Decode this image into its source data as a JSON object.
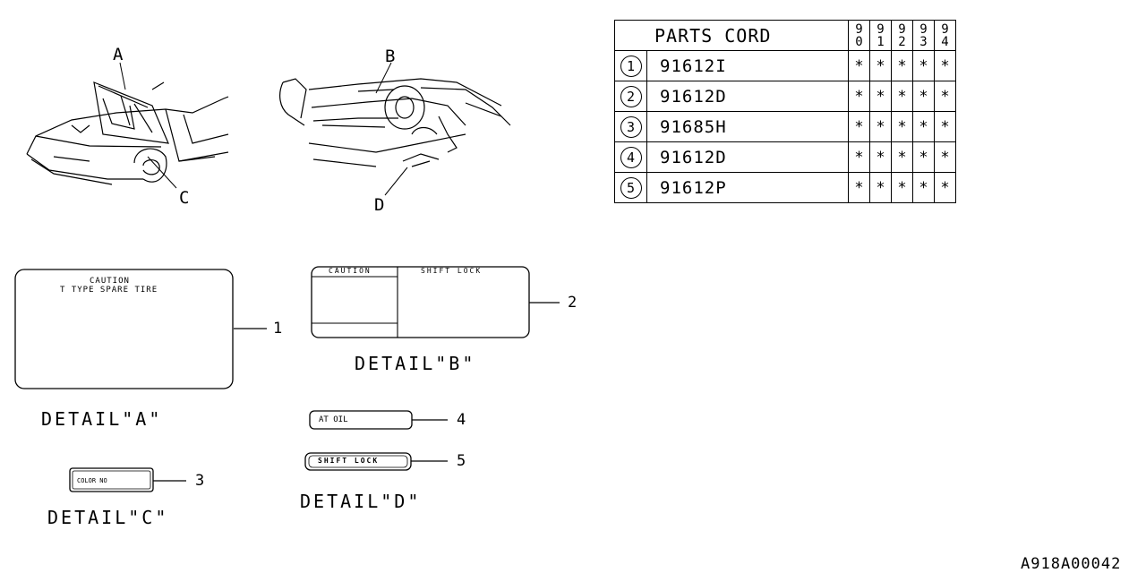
{
  "table": {
    "header": "PARTS CORD",
    "years": [
      [
        "9",
        "0"
      ],
      [
        "9",
        "1"
      ],
      [
        "9",
        "2"
      ],
      [
        "9",
        "3"
      ],
      [
        "9",
        "4"
      ]
    ],
    "rows": [
      {
        "num": "1",
        "code": "91612I",
        "marks": [
          "*",
          "*",
          "*",
          "*",
          "*"
        ]
      },
      {
        "num": "2",
        "code": "91612D",
        "marks": [
          "*",
          "*",
          "*",
          "*",
          "*"
        ]
      },
      {
        "num": "3",
        "code": "91685H",
        "marks": [
          "*",
          "*",
          "*",
          "*",
          "*"
        ]
      },
      {
        "num": "4",
        "code": "91612D",
        "marks": [
          "*",
          "*",
          "*",
          "*",
          "*"
        ]
      },
      {
        "num": "5",
        "code": "91612P",
        "marks": [
          "*",
          "*",
          "*",
          "*",
          "*"
        ]
      }
    ]
  },
  "overview": {
    "car_exterior_labels": [
      "A",
      "C"
    ],
    "car_interior_labels": [
      "B",
      "D"
    ]
  },
  "labels": {
    "a_line1": "CAUTION",
    "a_line2": "T TYPE SPARE TIRE",
    "b_left": "CAUTION",
    "b_right": "SHIFT LOCK",
    "c_text": "COLOR NO",
    "d4_text": "AT OIL",
    "d5_text": "SHIFT LOCK"
  },
  "callouts": {
    "c1": "1",
    "c2": "2",
    "c3": "3",
    "c4": "4",
    "c5": "5"
  },
  "details": {
    "a": "DETAIL\"A\"",
    "b": "DETAIL\"B\"",
    "c": "DETAIL\"C\"",
    "d": "DETAIL\"D\""
  },
  "doc_code": "A918A00042"
}
